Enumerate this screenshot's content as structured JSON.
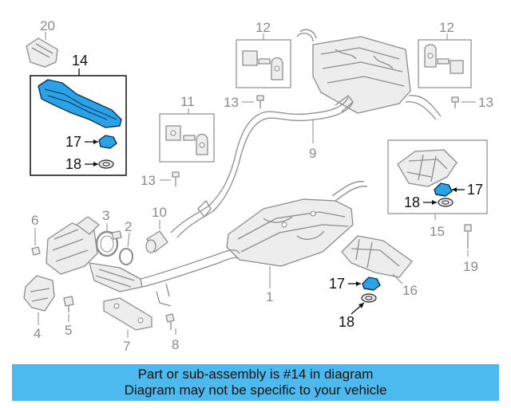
{
  "callouts": {
    "c1": "1",
    "c2": "2",
    "c3": "3",
    "c4": "4",
    "c5": "5",
    "c6": "6",
    "c7": "7",
    "c8": "8",
    "c9": "9",
    "c10": "10",
    "c11": "11",
    "c12a": "12",
    "c12b": "12",
    "c13a": "13",
    "c13b": "13",
    "c13c": "13",
    "c14": "14",
    "c15": "15",
    "c16": "16",
    "c17a": "17",
    "c17b": "17",
    "c17c": "17",
    "c18a": "18",
    "c18b": "18",
    "c18c": "18",
    "c19": "19",
    "c20": "20"
  },
  "banner": {
    "line1": "Part or sub-assembly is #14 in diagram",
    "line2": "Diagram may not be specific to your vehicle"
  },
  "colors": {
    "highlight": "#2aa3e6",
    "banner": "#4cb9ef",
    "linework": "#8c8c8c"
  }
}
